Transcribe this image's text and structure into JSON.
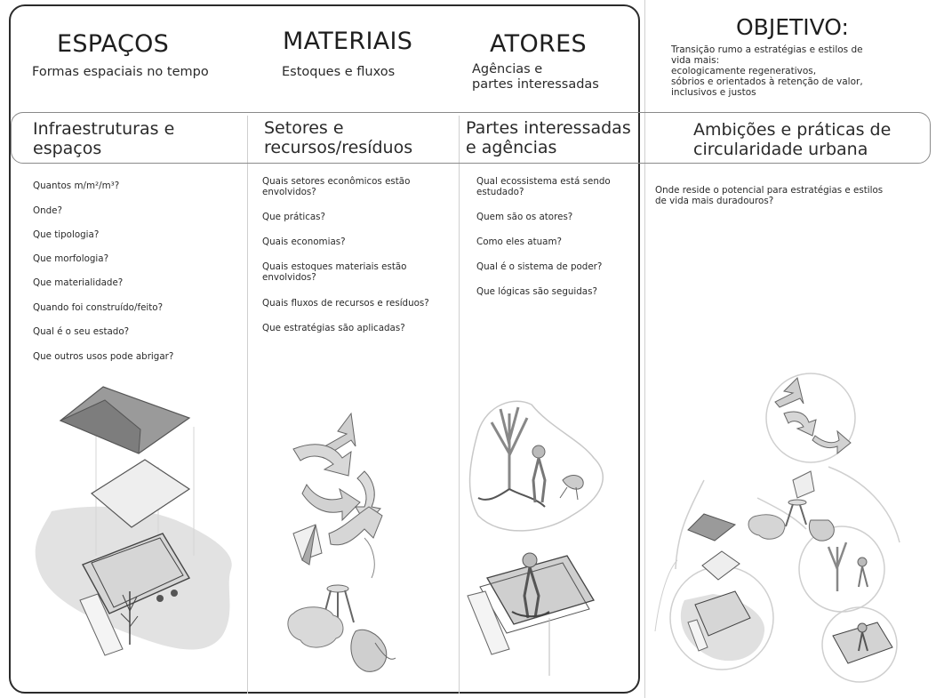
{
  "columns": [
    {
      "title": "ESPAÇOS",
      "subtitle": "Formas espaciais no tempo",
      "band": "Infraestruturas e\nespaços",
      "questions": [
        "Quantos m/m²/m³?",
        "Onde?",
        "Que tipologia?",
        "Que morfologia?",
        "Que materialidade?",
        "Quando foi construído/feito?",
        "Qual é o seu estado?",
        "Que outros usos pode abrigar?"
      ]
    },
    {
      "title": "MATERIAIS",
      "subtitle": "Estoques e fluxos",
      "band": "Setores e\nrecursos/resíduos",
      "questions": [
        "Quais setores econômicos estão\nenvolvidos?",
        "Que práticas?",
        "Quais economias?",
        "Quais estoques materiais estão\nenvolvidos?",
        "Quais fluxos de recursos e resíduos?",
        "Que estratégias são aplicadas?"
      ]
    },
    {
      "title": "ATORES",
      "subtitle": "Agências e\npartes interessadas",
      "band": "Partes interessadas\ne agências",
      "questions": [
        "Qual ecossistema está sendo\nestudado?",
        "Quem são os atores?",
        "Como eles atuam?",
        "Qual é o sistema de poder?",
        "Que lógicas são seguidas?"
      ]
    }
  ],
  "objective": {
    "title": "OBJETIVO:",
    "text": "Transição rumo a estratégias e estilos de\nvida mais:\necologicamente regenerativos,\nsóbrios e orientados à retenção de valor,\ninclusivos e justos",
    "band": "Ambições e práticas de\ncircularidade urbana",
    "questions": [
      "Onde reside o potencial para estratégias e estilos\nde vida mais duradouros?"
    ]
  }
}
